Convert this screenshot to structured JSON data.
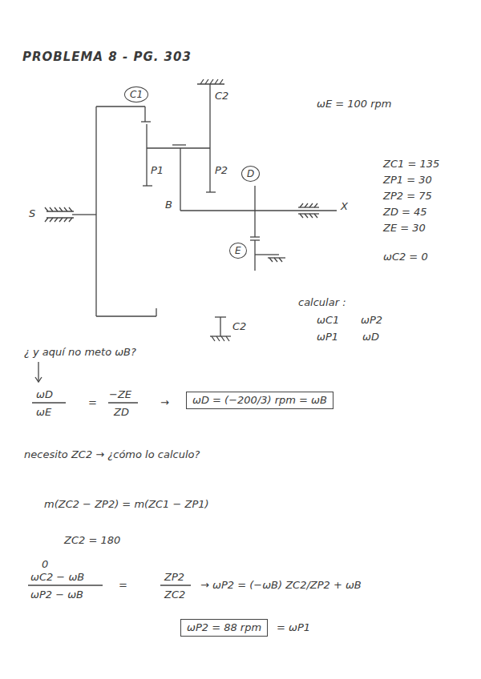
{
  "diagram": {
    "title": "PROBLEMA 8 - PG. 303",
    "nodes": [
      {
        "text": [
          "C1"
        ]
      },
      {
        "text": [
          "D"
        ]
      },
      {
        "text": [
          "E"
        ]
      }
    ],
    "labels": [
      "C2",
      "ωE = 100 rpm",
      "ZC1 = 135",
      "ZP1 = 30",
      "ZP2 = 75",
      "ZD = 45",
      "ZE = 30",
      "ωC2 = 0",
      "P1",
      "P2",
      "B",
      "S",
      "X",
      "C2",
      "calcular :",
      "ωC1",
      "ωP2",
      "ωP1",
      "ωD",
      "¿ y aquí no meto ωB?",
      "ωD",
      "ωE",
      "=",
      "−ZE",
      "ZD",
      "→",
      "ωD = (−200/3) rpm = ωB",
      "necesito ZC2 → ¿cómo lo calculo?",
      "m(ZC2 − ZP2) = m(ZC1 − ZP1)",
      "ZC2 = 180",
      "0",
      "ωC2 − ωB",
      "ωP2 − ωB",
      "=",
      "ZP2",
      "ZC2",
      "→ ωP2 = (−ωB) ZC2/ZP2 + ωB",
      "ωP2 = 88 rpm",
      "= ωP1"
    ]
  }
}
